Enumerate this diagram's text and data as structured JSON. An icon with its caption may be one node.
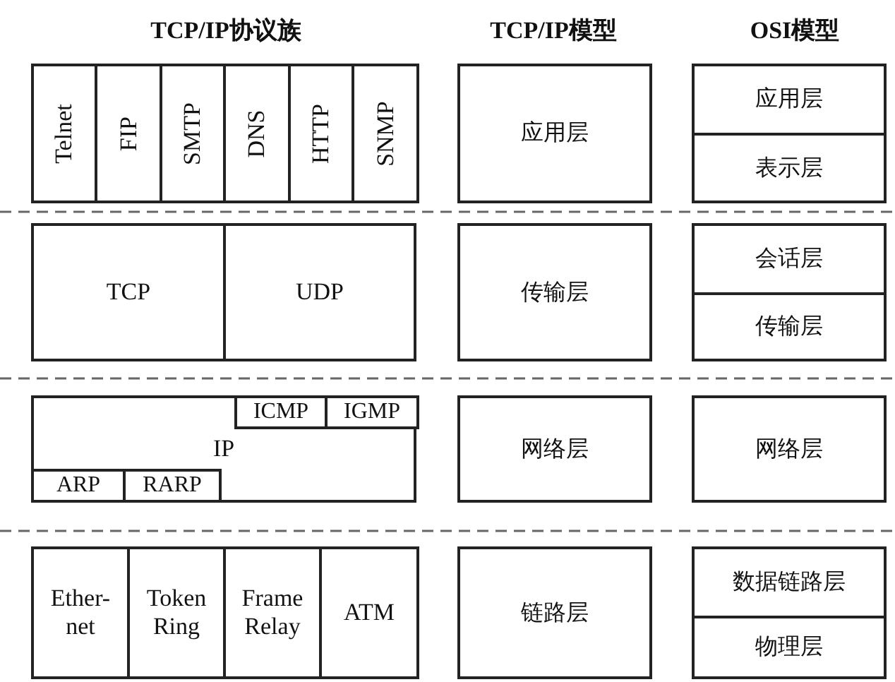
{
  "diagram": {
    "nodes": [
      {
        "text": [
          "Telnet"
        ]
      },
      {
        "text": [
          "FIP"
        ]
      },
      {
        "text": [
          "SMTP"
        ]
      },
      {
        "text": [
          "DNS"
        ]
      },
      {
        "text": [
          "HTTP"
        ]
      },
      {
        "text": [
          "SNMP"
        ]
      },
      {
        "text": [
          "TCP"
        ]
      },
      {
        "text": [
          "UDP"
        ]
      },
      {
        "text": [
          "IP"
        ]
      },
      {
        "text": [
          "ICMP"
        ],
        "in": 8
      },
      {
        "text": [
          "IGMP"
        ],
        "in": 8
      },
      {
        "text": [
          "ARP"
        ],
        "in": 8
      },
      {
        "text": [
          "RARP"
        ],
        "in": 8
      },
      {
        "text": [
          "Ether-net"
        ]
      },
      {
        "text": [
          "Token Ring"
        ]
      },
      {
        "text": [
          "Frame Relay"
        ]
      },
      {
        "text": [
          "ATM"
        ]
      },
      {
        "text": [
          "应用层"
        ]
      },
      {
        "text": [
          "传输层"
        ]
      },
      {
        "text": [
          "网络层"
        ]
      },
      {
        "text": [
          "链路层"
        ]
      },
      {
        "text": [
          "应用层"
        ]
      },
      {
        "text": [
          "表示层"
        ]
      },
      {
        "text": [
          "会话层"
        ]
      },
      {
        "text": [
          "传输层"
        ]
      },
      {
        "text": [
          "网络层"
        ]
      },
      {
        "text": [
          "数据链路层"
        ]
      },
      {
        "text": [
          "物理层"
        ]
      }
    ],
    "labels": [
      "TCP/IP协议族",
      "TCP/IP模型",
      "OSI模型"
    ]
  }
}
